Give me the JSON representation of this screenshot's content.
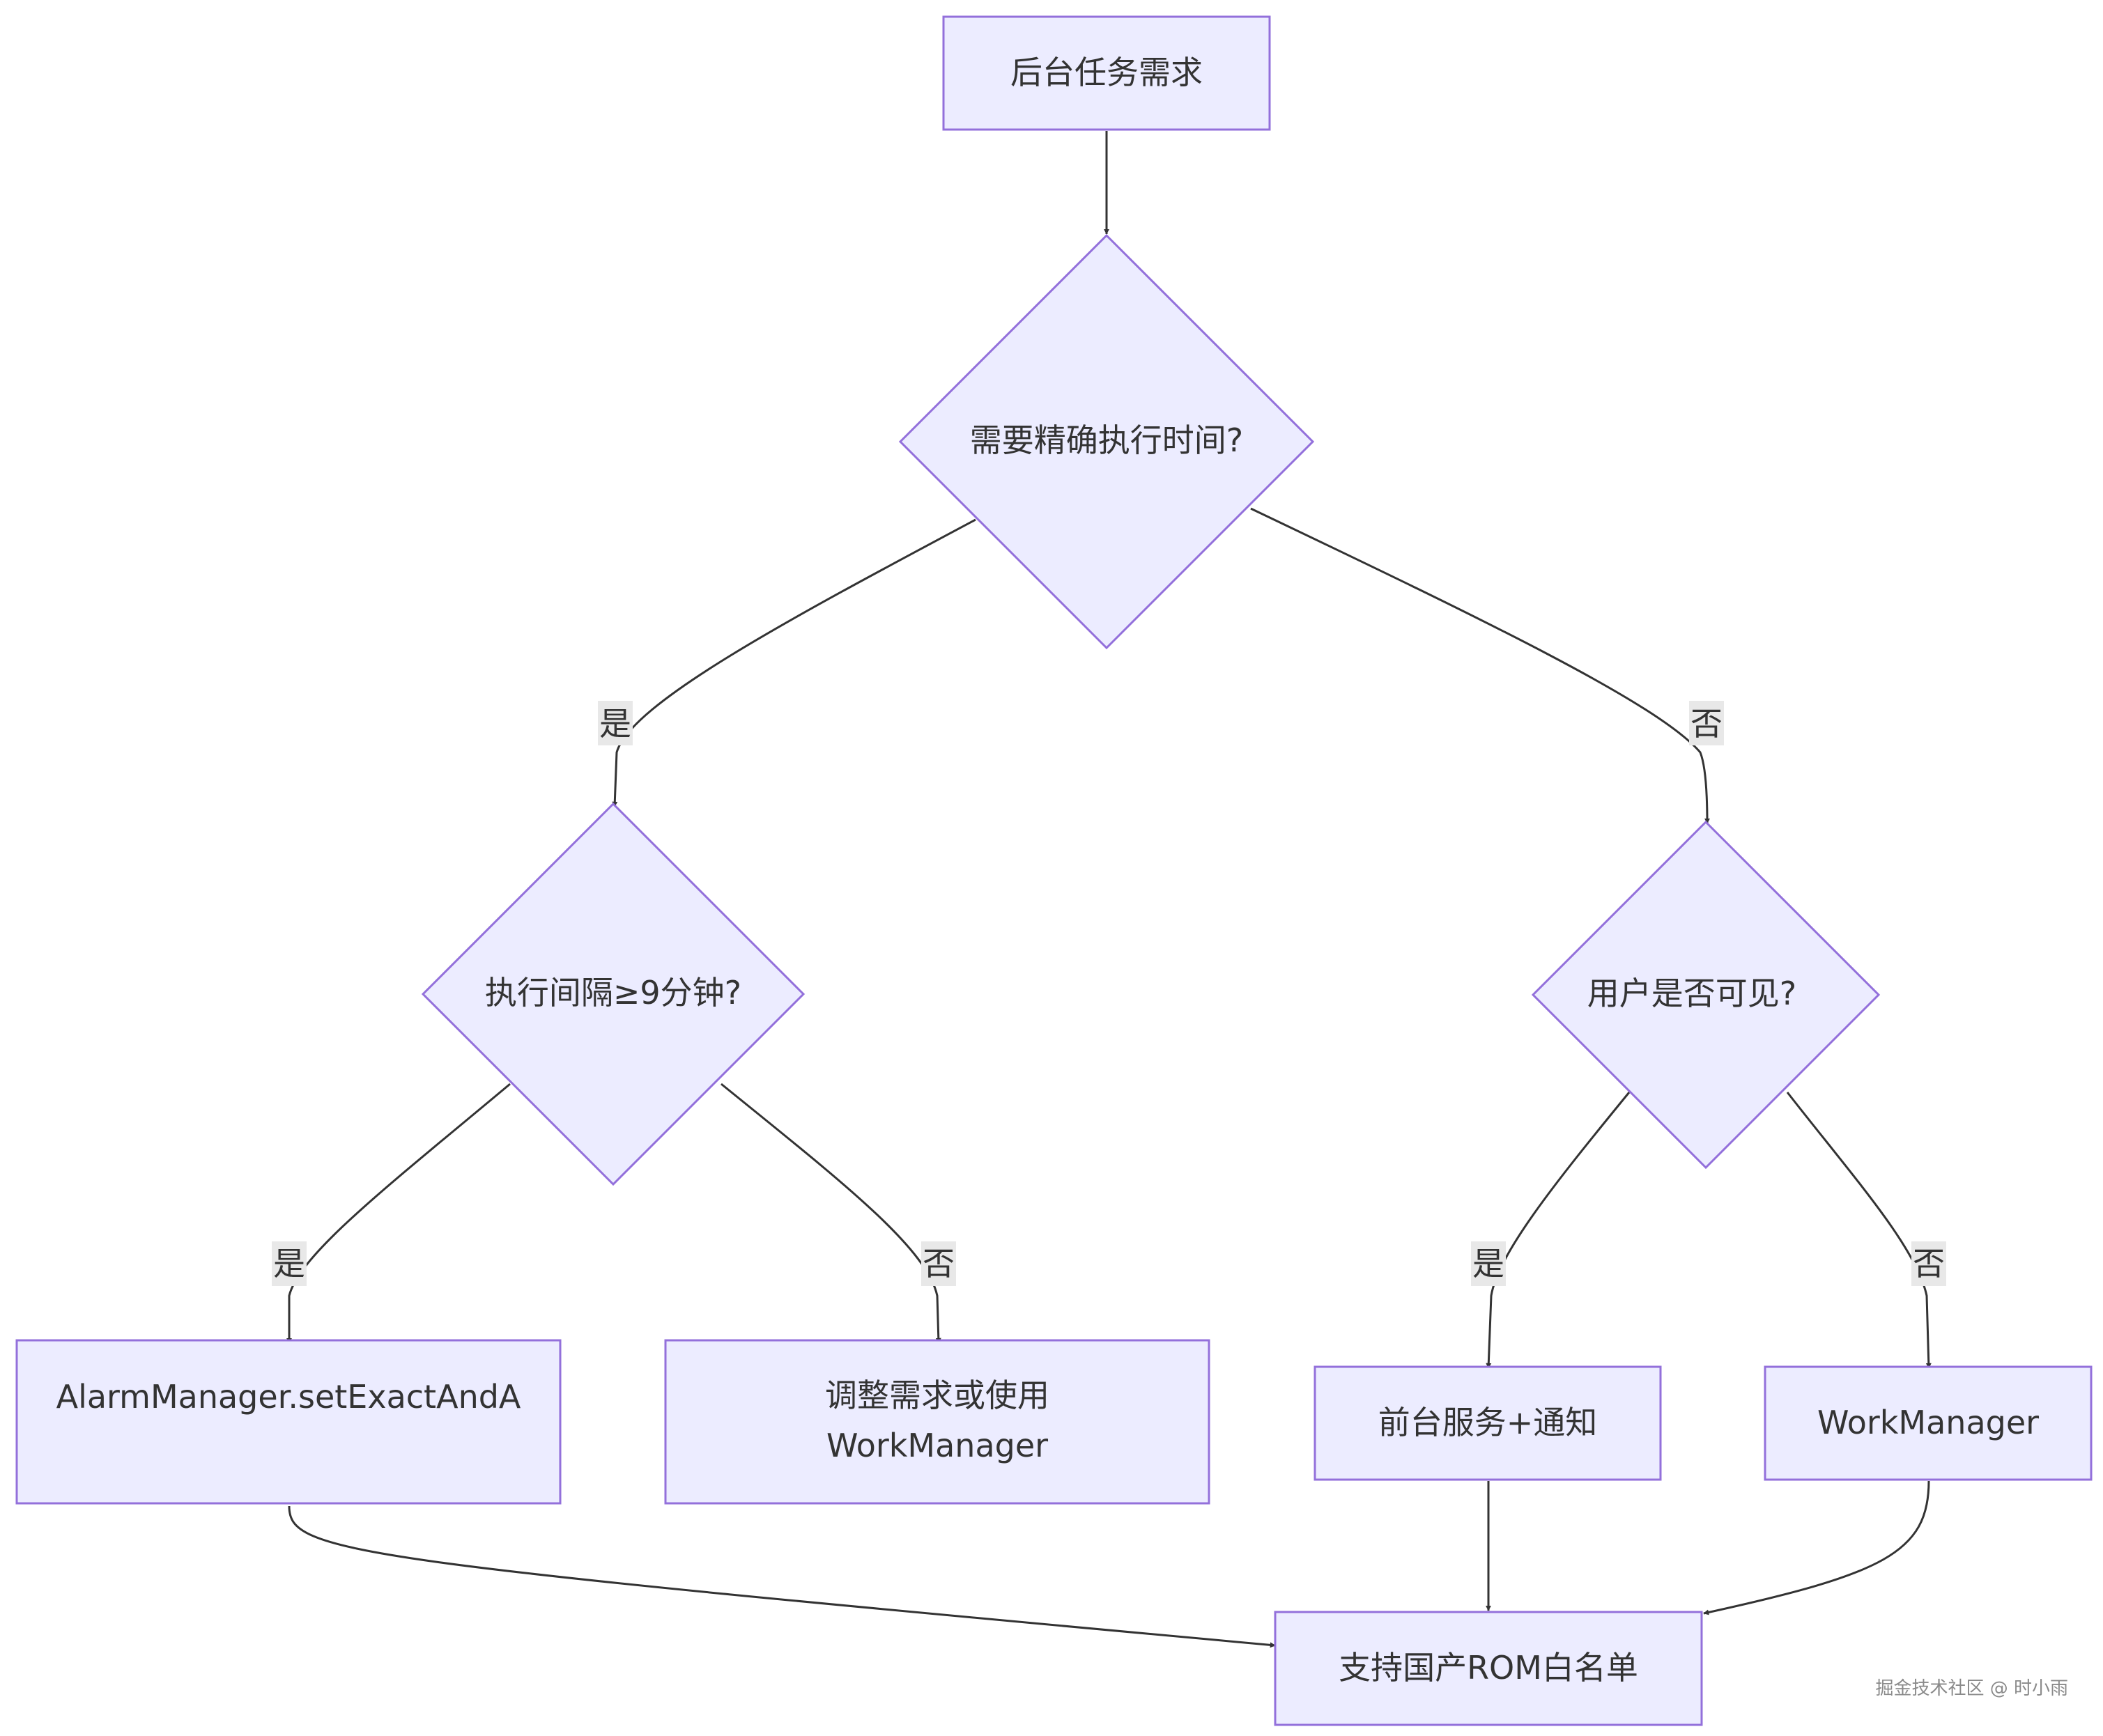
{
  "diagram": {
    "nodes": {
      "start": "后台任务需求",
      "decision_exact_time": "需要精确执行时间?",
      "decision_interval": "执行间隔≥9分钟?",
      "decision_user_visible": "用户是否可见?",
      "alarm_manager": "AlarmManager.setExactAndA",
      "adjust_line1": "调整需求或使用",
      "adjust_line2": "WorkManager",
      "foreground_service": "前台服务+通知",
      "work_manager": "WorkManager",
      "whitelist": "支持国产ROM白名单"
    },
    "edge_labels": {
      "exact_yes": "是",
      "exact_no": "否",
      "interval_yes": "是",
      "interval_no": "否",
      "visible_yes": "是",
      "visible_no": "否"
    },
    "watermark": "掘金技术社区 @ 时小雨"
  }
}
